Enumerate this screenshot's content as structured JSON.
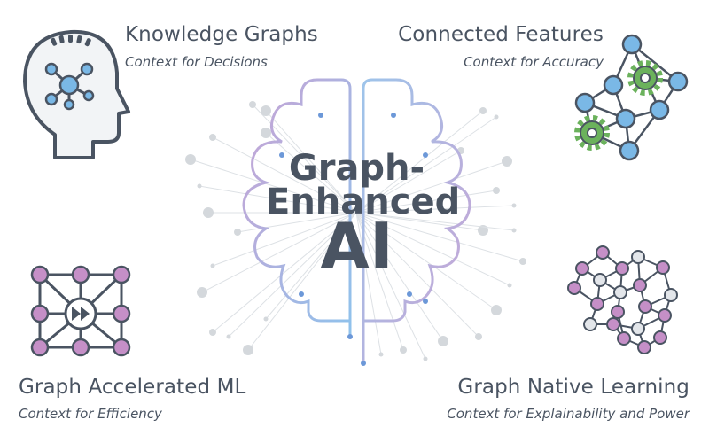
{
  "center": {
    "line1": "Graph-",
    "line2": "Enhanced",
    "line3": "AI"
  },
  "quadrants": {
    "knowledge_graphs": {
      "title": "Knowledge Graphs",
      "subtitle": "Context for Decisions",
      "icon": "head-network-icon"
    },
    "connected_features": {
      "title": "Connected Features",
      "subtitle": "Context for Accuracy",
      "icon": "network-gears-icon"
    },
    "graph_accelerated_ml": {
      "title": "Graph Accelerated ML",
      "subtitle": "Context for Efficiency",
      "icon": "grid-fast-forward-icon"
    },
    "graph_native_learning": {
      "title": "Graph Native Learning",
      "subtitle": "Context for Explainability and Power",
      "icon": "neural-mesh-icon"
    }
  },
  "colors": {
    "text": "#4a5462",
    "node_blue": "#7ab8e6",
    "node_purple": "#c58fc7",
    "gear_green": "#6bb25c",
    "outline": "#4a5462",
    "brain_blue": "#8fc2ec",
    "brain_purple": "#c9a3d4"
  }
}
